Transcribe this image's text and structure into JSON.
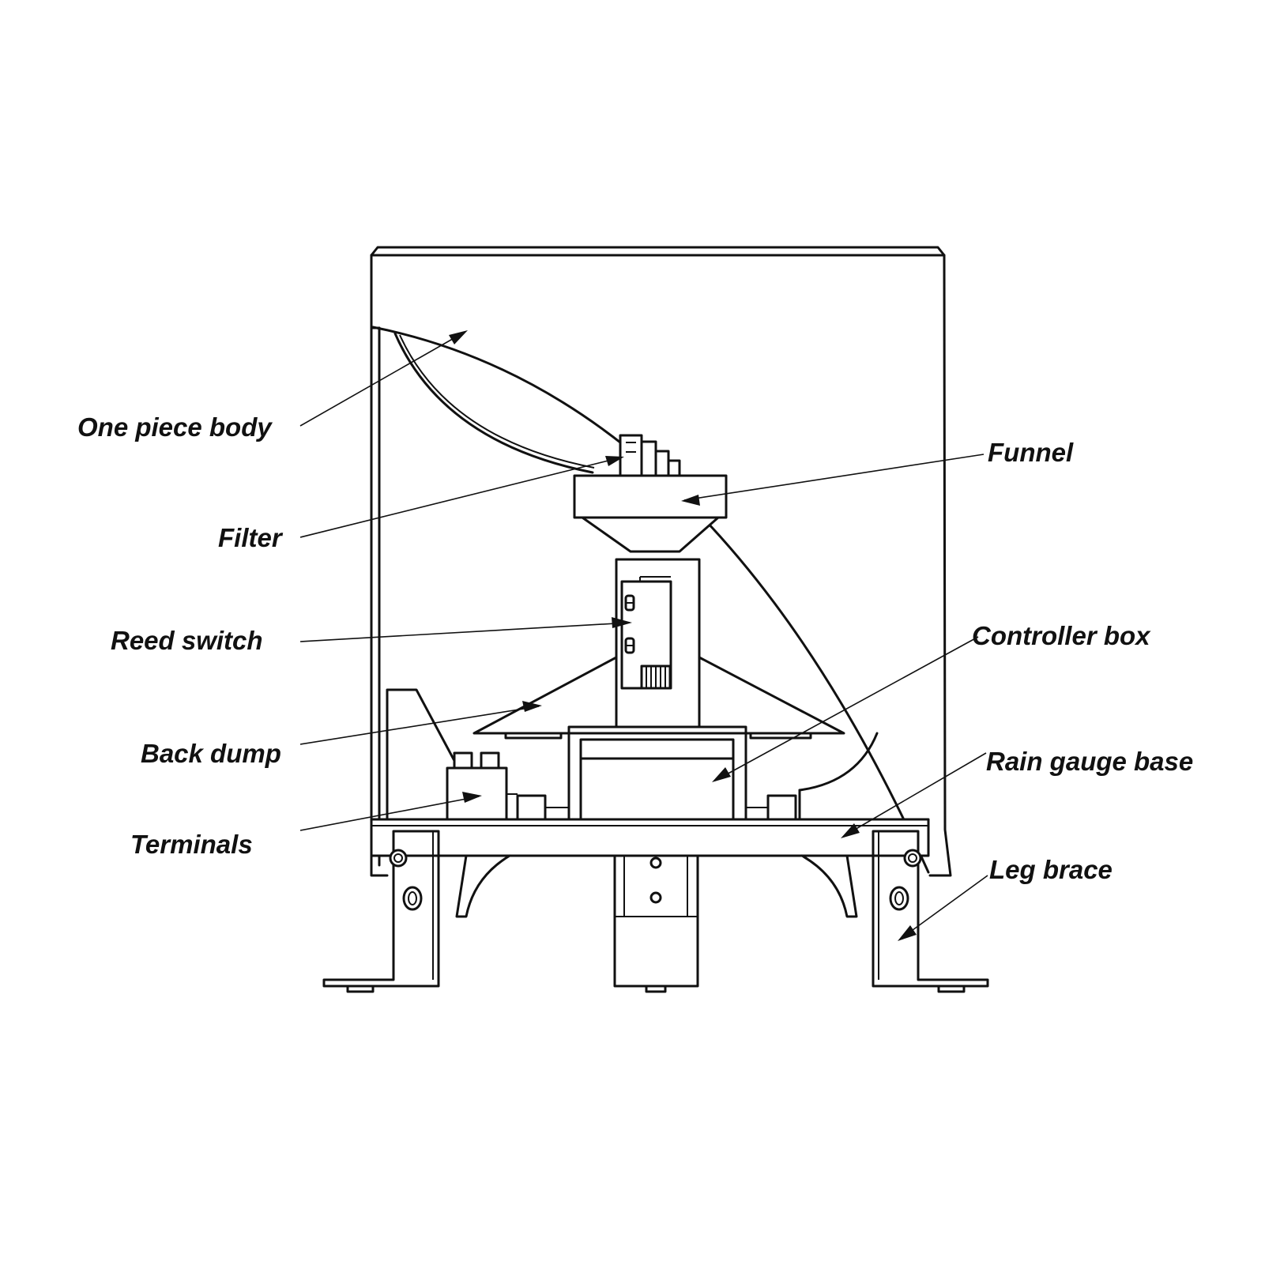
{
  "labels": {
    "one_piece_body": "One piece body",
    "filter": "Filter",
    "reed_switch": "Reed switch",
    "back_dump": "Back dump",
    "terminals": "Terminals",
    "funnel": "Funnel",
    "controller_box": "Controller box",
    "rain_gauge_base": "Rain gauge base",
    "leg_brace": "Leg brace"
  }
}
